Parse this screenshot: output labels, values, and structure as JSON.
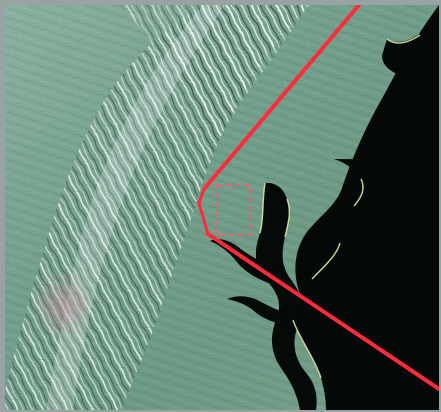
{
  "image": {
    "kind": "satellite-image-with-zoom-callout",
    "labels": []
  },
  "colors": {
    "frame": "#9aa3a3",
    "ocean": "#050907",
    "land": "#72a28f",
    "ridge_light": "#dfe9e6",
    "ridge_dark": "#283631",
    "callout": "#ff2a3a",
    "coastline": "#d7df9d"
  },
  "icons": {
    "callout": "zoom-callout-lines",
    "region": "study-area-box"
  }
}
